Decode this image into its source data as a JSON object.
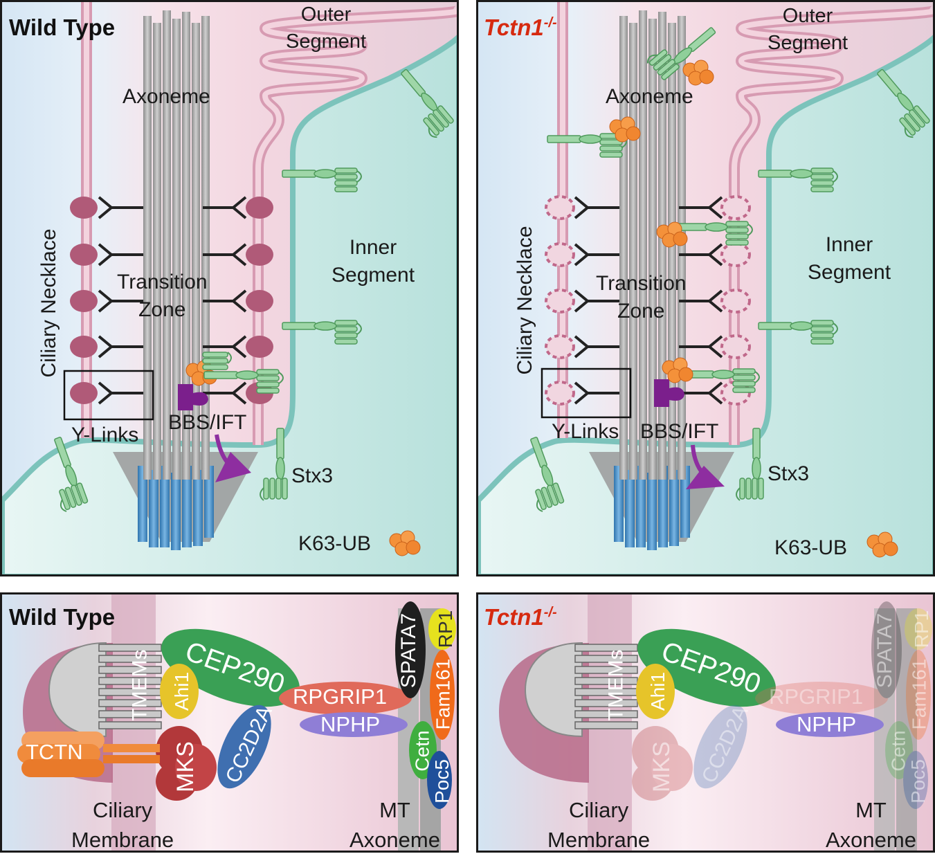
{
  "panels": {
    "top_left_title": "Wild Type",
    "top_right_title_main": "Tctn1",
    "top_right_title_sup": "-/-",
    "bottom_left_title": "Wild Type",
    "bottom_right_title_main": "Tctn1",
    "bottom_right_title_sup": "-/-"
  },
  "top_labels": {
    "outer_segment_l1": "Outer",
    "outer_segment_l2": "Segment",
    "axoneme": "Axoneme",
    "inner_segment_l1": "Inner",
    "inner_segment_l2": "Segment",
    "transition_zone_l1": "Transition",
    "transition_zone_l2": "Zone",
    "ciliary_necklace": "Ciliary Necklace",
    "y_links": "Y-Links",
    "bbs_ift": "BBS/IFT",
    "stx3": "Stx3",
    "k63_ub": "K63-UB"
  },
  "bottom_labels": {
    "ciliary_membrane_l1": "Ciliary",
    "ciliary_membrane_l2": "Membrane",
    "mt_axoneme_l1": "MT",
    "mt_axoneme_l2": "Axoneme"
  },
  "proteins": {
    "tmems": "TMEMs",
    "ahi1": "Ahi1",
    "cep290": "CEP290",
    "rpgrip1": "RPGRIP1",
    "nphp": "NPHP",
    "cc2d2a": "CC2D2A",
    "mks": "MKS",
    "tctn": "TCTN",
    "spata7": "SPATA7",
    "rp1": "RP1",
    "fam161": "Fam161",
    "cetn": "Cetn",
    "poc5": "Poc5"
  },
  "colors": {
    "mutant_title": "#d62a10",
    "membrane_pink": "#c98ba3",
    "necklace_bead": "#b05a78",
    "axoneme_gray": "#a9a9a9",
    "basal_blue": "#4a8fc8",
    "cytoplasm_blue": "#dbe9f5",
    "inner_segment_teal": "#cdeae6",
    "stx3_green": "#8fcf9a",
    "k63_orange": "#f4913a",
    "bbs_purple": "#7b1f8c",
    "cep290_green": "#3aa055",
    "ahi1_yellow": "#e6c42a",
    "rpgrip1_red": "#e06a5a",
    "nphp_purple": "#8f7ed6",
    "cc2d2a_blue": "#3f6fb0",
    "mks_red": "#b2383a",
    "tctn_orange": "#f08b3c",
    "spata7_black": "#1f1f1f",
    "rp1_yellow": "#e6e21e",
    "fam161_orange": "#f06a1a",
    "cetn_green": "#3fae3f",
    "poc5_blue": "#1f4f9a"
  }
}
